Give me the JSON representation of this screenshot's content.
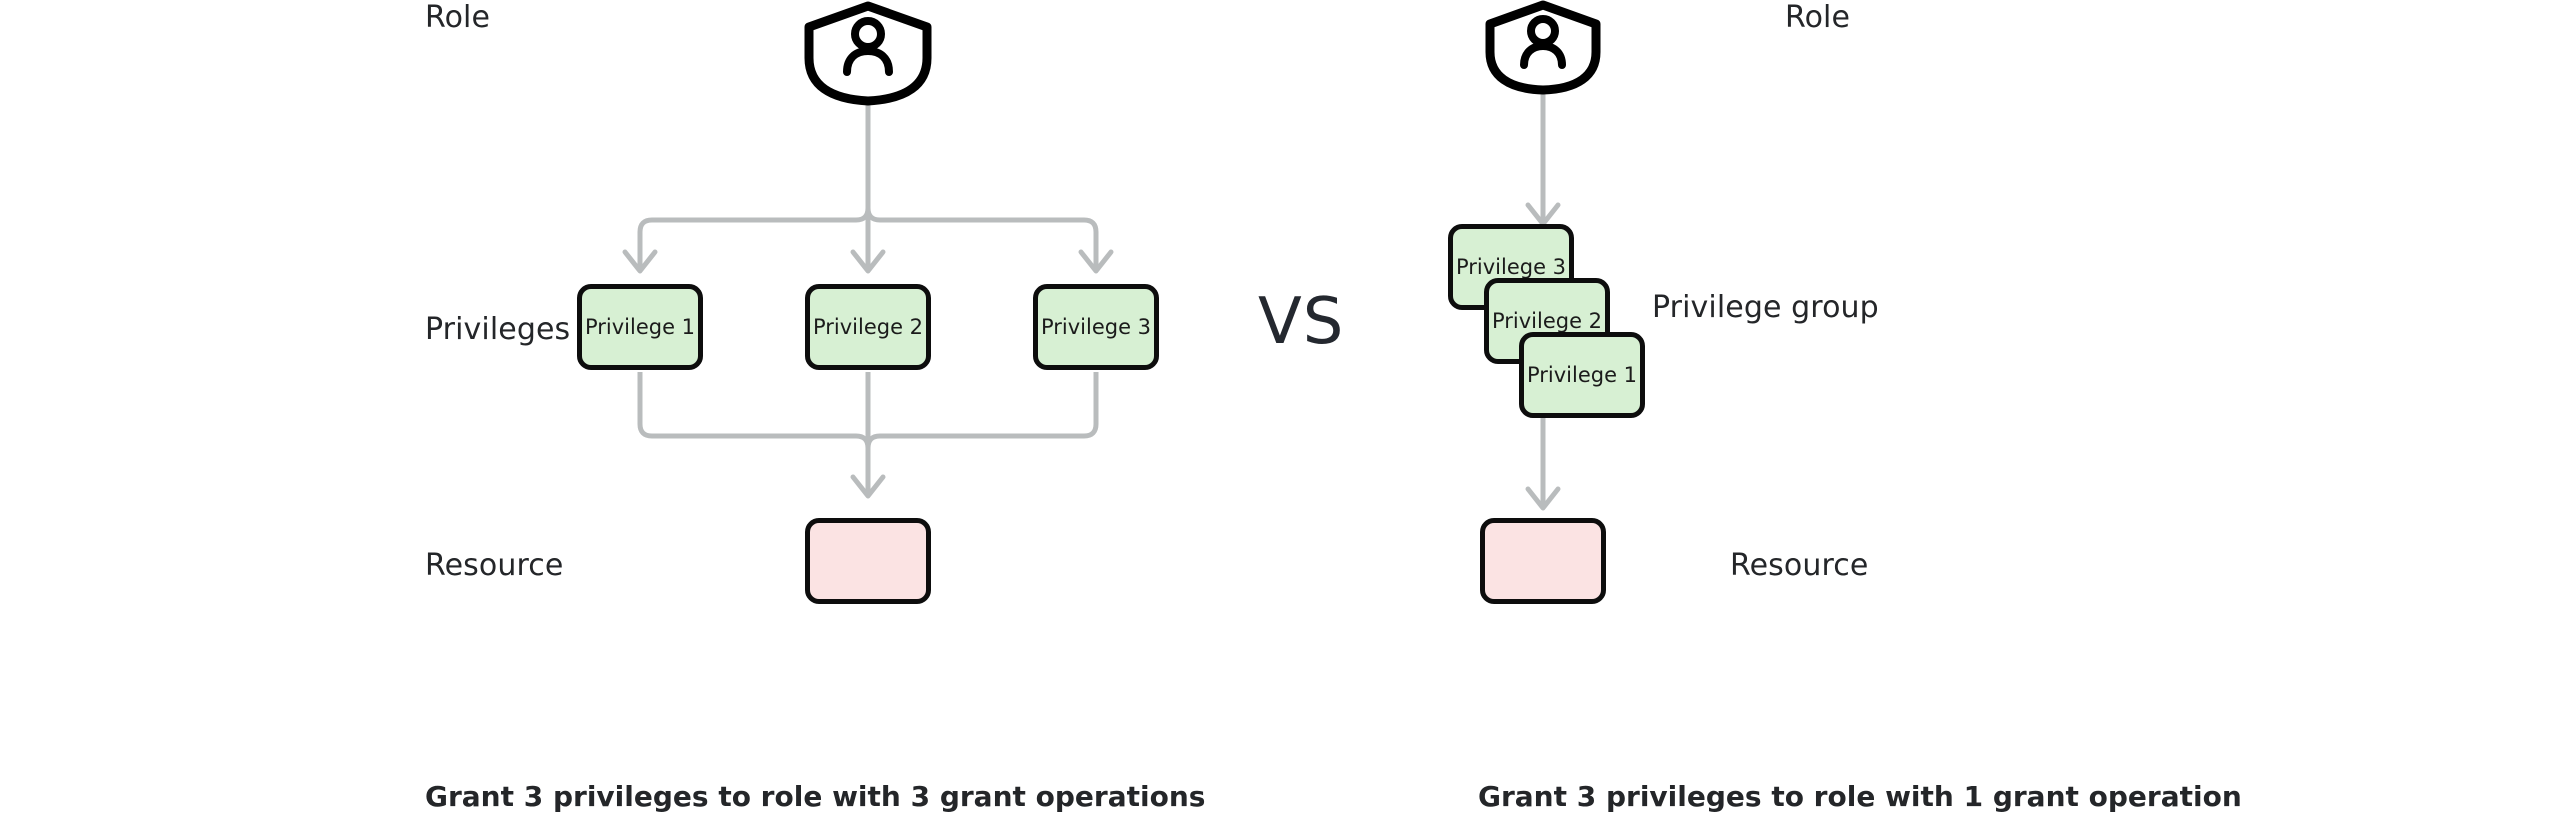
{
  "diagram": {
    "title_left": "Grant 3 privileges to role with 3 grant operations",
    "title_right": "Grant 3 privileges to role with 1 grant operation",
    "vs_label": "VS",
    "colors": {
      "privilege_fill": "#d7f0d3",
      "resource_fill": "#fbe3e3",
      "node_border": "#0d0d0d",
      "connector": "#b9bcbd",
      "text": "#242629"
    },
    "left_panel": {
      "role_label": "Role",
      "privileges_label": "Privileges",
      "resource_label": "Resource",
      "role_icon": "shield-user-icon",
      "privileges": [
        {
          "label": "Privilege 1"
        },
        {
          "label": "Privilege 2"
        },
        {
          "label": "Privilege 3"
        }
      ]
    },
    "right_panel": {
      "role_label": "Role",
      "privilege_group_label": "Privilege group",
      "resource_label": "Resource",
      "role_icon": "shield-user-icon",
      "privileges": [
        {
          "label": "Privilege 3"
        },
        {
          "label": "Privilege 2"
        },
        {
          "label": "Privilege 1"
        }
      ]
    }
  }
}
